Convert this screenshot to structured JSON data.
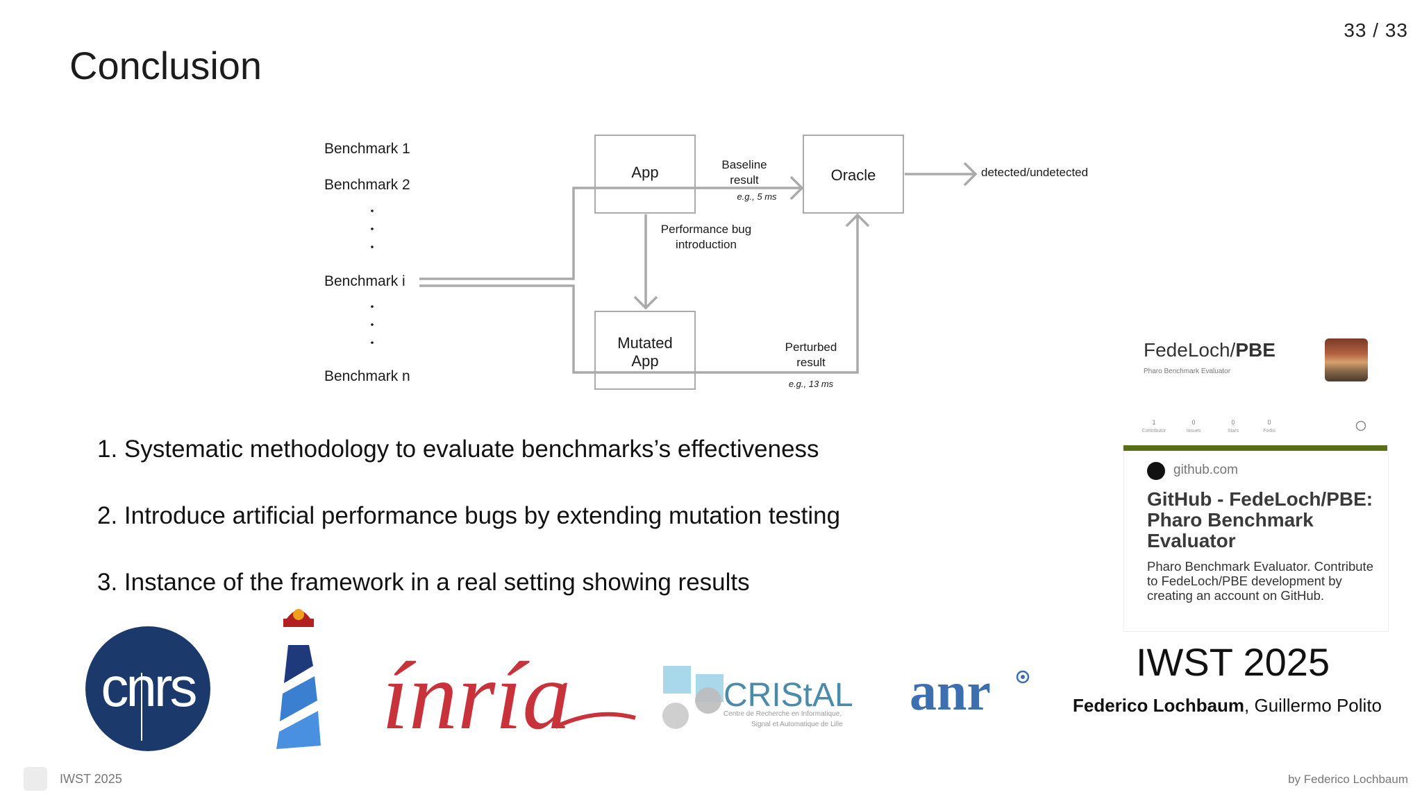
{
  "slide": {
    "page_number": "33 / 33",
    "title": "Conclusion"
  },
  "diagram": {
    "benchmarks": [
      "Benchmark 1",
      "Benchmark 2",
      "Benchmark i",
      "Benchmark n"
    ],
    "app_label": "App",
    "oracle_label": "Oracle",
    "mutated_app_line1": "Mutated",
    "mutated_app_line2": "App",
    "baseline_line1": "Baseline",
    "baseline_line2": "result",
    "baseline_example": "e.g., 5 ms",
    "perf_bug_line1": "Performance bug",
    "perf_bug_line2": "introduction",
    "perturbed_line1": "Perturbed",
    "perturbed_line2": "result",
    "perturbed_example": "e.g., 13 ms",
    "output_label": "detected/undetected"
  },
  "conclusions": [
    "1. Systematic methodology to evaluate benchmarks’s effectiveness",
    "2. Introduce artificial performance bugs by extending mutation testing",
    "3. Instance of the framework in a real setting showing results"
  ],
  "github_card": {
    "repo_owner": "FedeLoch/",
    "repo_name": "PBE",
    "subtitle": "Pharo Benchmark Evaluator",
    "stats": [
      {
        "value": "1",
        "label": "Contributor"
      },
      {
        "value": "0",
        "label": "Issues"
      },
      {
        "value": "0",
        "label": "Stars"
      },
      {
        "value": "0",
        "label": "Forks"
      }
    ],
    "domain": "github.com",
    "title": "GitHub - FedeLoch/PBE: Pharo Benchmark Evaluator",
    "description": "Pharo Benchmark Evaluator. Contribute to FedeLoch/PBE development by creating an account on GitHub.",
    "bar_color": "#5a6e1a"
  },
  "conference": {
    "name": "IWST 2025",
    "lead_author": "Federico Lochbaum",
    "coauthors": ", Guillermo Polito"
  },
  "logos": {
    "cnrs": "cnrs",
    "inria": "ínría",
    "cristal": "CRIStAL",
    "cristal_sub1": "Centre de Recherche en Informatique,",
    "cristal_sub2": "Signal et Automatique de Lille",
    "anr": "anr",
    "cnrs_color": "#1b3a6b",
    "inria_color": "#c8323a",
    "anr_color": "#3c6fb0"
  },
  "footer": {
    "left": "IWST 2025",
    "right": "by Federico Lochbaum"
  }
}
